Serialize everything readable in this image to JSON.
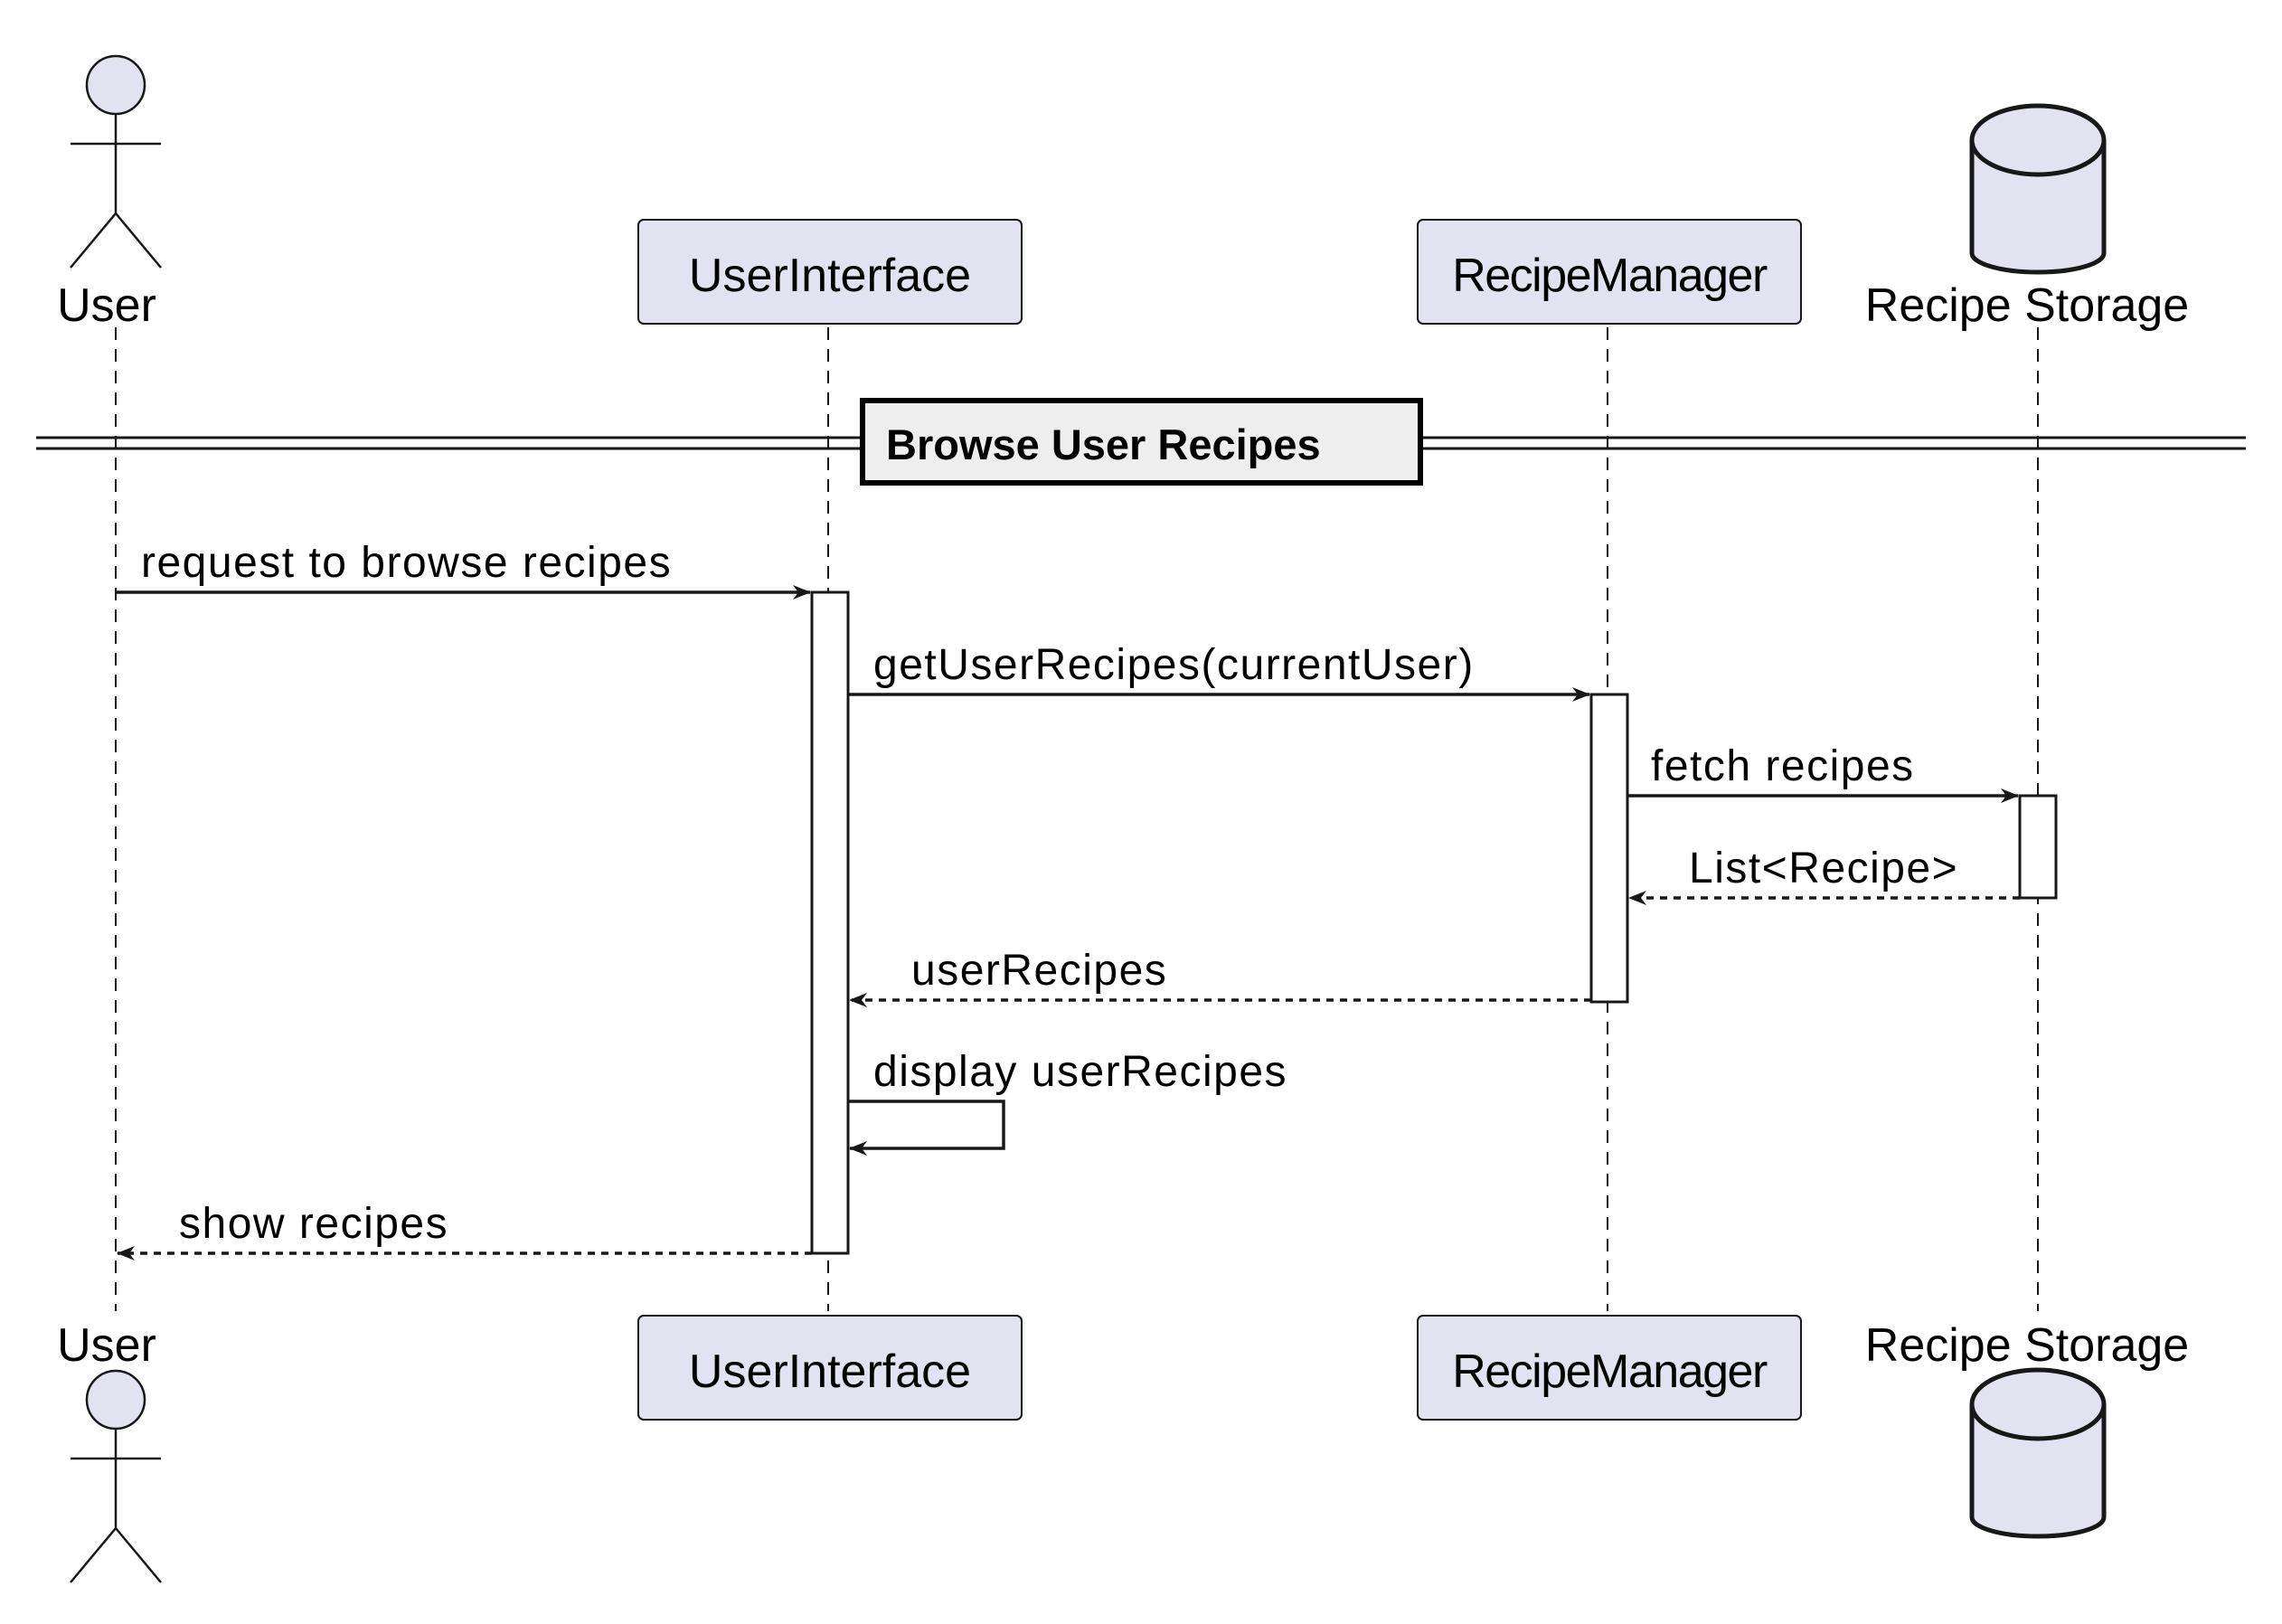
{
  "participants": [
    {
      "id": "user",
      "label": "User",
      "kind": "actor"
    },
    {
      "id": "ui",
      "label": "UserInterface",
      "kind": "participant"
    },
    {
      "id": "rm",
      "label": "RecipeManager",
      "kind": "participant"
    },
    {
      "id": "rs",
      "label": "Recipe Storage",
      "kind": "database"
    }
  ],
  "divider": {
    "label": "Browse User Recipes"
  },
  "messages": [
    {
      "label": "request to browse recipes",
      "from": "user",
      "to": "ui",
      "style": "solid"
    },
    {
      "label": "getUserRecipes(currentUser)",
      "from": "ui",
      "to": "rm",
      "style": "solid"
    },
    {
      "label": "fetch recipes",
      "from": "rm",
      "to": "rs",
      "style": "solid"
    },
    {
      "label": "List<Recipe>",
      "from": "rs",
      "to": "rm",
      "style": "dashed"
    },
    {
      "label": "userRecipes",
      "from": "rm",
      "to": "ui",
      "style": "dashed"
    },
    {
      "label": "display userRecipes",
      "from": "ui",
      "to": "ui",
      "style": "self"
    },
    {
      "label": "show recipes",
      "from": "ui",
      "to": "user",
      "style": "dashed"
    }
  ],
  "colors": {
    "participant_fill": "#E2E2F0",
    "participant_stroke": "#181818",
    "divider_fill": "#EEEEEE",
    "line": "#181818"
  }
}
